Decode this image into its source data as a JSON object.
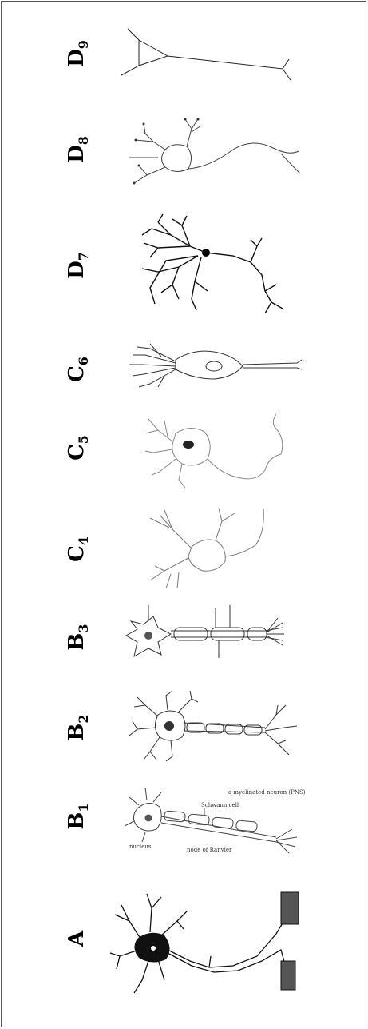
{
  "panels": [
    {
      "id": "D9",
      "letter": "D",
      "sub": "9"
    },
    {
      "id": "D8",
      "letter": "D",
      "sub": "8"
    },
    {
      "id": "D7",
      "letter": "D",
      "sub": "7"
    },
    {
      "id": "C6",
      "letter": "C",
      "sub": "6"
    },
    {
      "id": "C5",
      "letter": "C",
      "sub": "5"
    },
    {
      "id": "C4",
      "letter": "C",
      "sub": "4"
    },
    {
      "id": "B3",
      "letter": "B",
      "sub": "3"
    },
    {
      "id": "B2",
      "letter": "B",
      "sub": "2"
    },
    {
      "id": "B1",
      "letter": "B",
      "sub": "1"
    },
    {
      "id": "A",
      "letter": "A",
      "sub": ""
    }
  ],
  "annotations": {
    "b1_title": "a myelinated neuron (PNS)",
    "b1_nucleus": "nucleus",
    "b1_schwann": "Schwann cell",
    "b1_node": "node of Ranvier"
  },
  "colors": {
    "ink": "#222222",
    "light_ink": "#777777",
    "frame": "#555555"
  }
}
